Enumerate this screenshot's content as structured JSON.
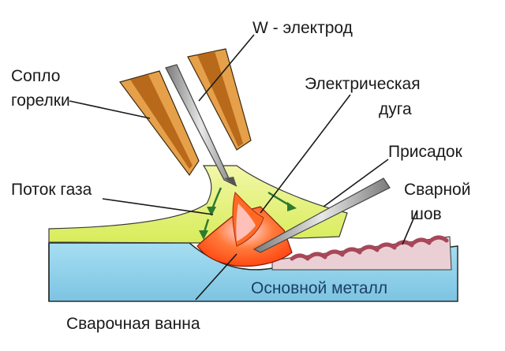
{
  "labels": {
    "electrode": "W - электрод",
    "nozzle_line1": "Сопло",
    "nozzle_line2": "горелки",
    "arc_line1": "Электрическая",
    "arc_line2": "дуга",
    "filler": "Присадок",
    "gas_flow": "Поток газа",
    "seam_line1": "Сварной",
    "seam_line2": "шов",
    "base_metal": "Основной металл",
    "weld_pool": "Сварочная ванна"
  },
  "colors": {
    "base_metal": "#8fd3ec",
    "gas": "#e4f27a",
    "nozzle": "#d98a2a",
    "arc": "#ff5a1e",
    "seam": "#a06a7a",
    "electrode": "#c9c9c9"
  }
}
